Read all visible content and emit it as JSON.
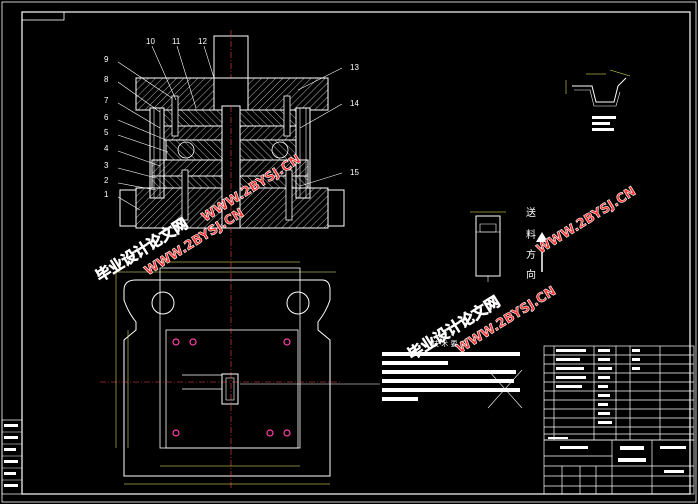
{
  "part_numbers": [
    "1",
    "2",
    "3",
    "4",
    "5",
    "6",
    "7",
    "8",
    "9",
    "10",
    "11",
    "12",
    "13",
    "14",
    "15"
  ],
  "watermark": {
    "cn": "毕业设计论文网",
    "url": "WWW.2BYSJ.CN"
  },
  "feed_direction": [
    "送",
    "料",
    "方",
    "向"
  ],
  "tech_req_title": "技 术 要 求",
  "colors": {
    "background": "#000000",
    "line": "#ffffff",
    "section_hatch": "#ffffff",
    "centerline": "#ff4444",
    "dimension": "#ffff66",
    "watermark": "#ff3333",
    "hole_marks": "#ff44aa"
  }
}
